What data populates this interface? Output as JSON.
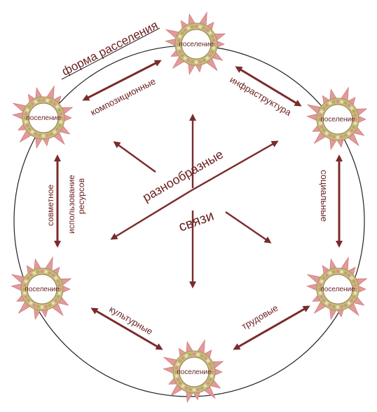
{
  "title": "форма расселения",
  "center": {
    "line1": "разнообразные",
    "line2": "связи"
  },
  "node_label": "поселение",
  "links": {
    "compositional": "композиционные",
    "infrastructure": "инфраструктура",
    "joint_line1": "совметное",
    "joint_line2": "использование",
    "joint_line3": "ресурсов",
    "social": "социальные",
    "cultural": "культурные",
    "labor": "трудовые"
  },
  "colors": {
    "arrow": "#7a2b2b",
    "label": "#6b1f1f",
    "ring": "#222222",
    "petal": "#e29a9a",
    "node_band": "#c8bc7a"
  }
}
